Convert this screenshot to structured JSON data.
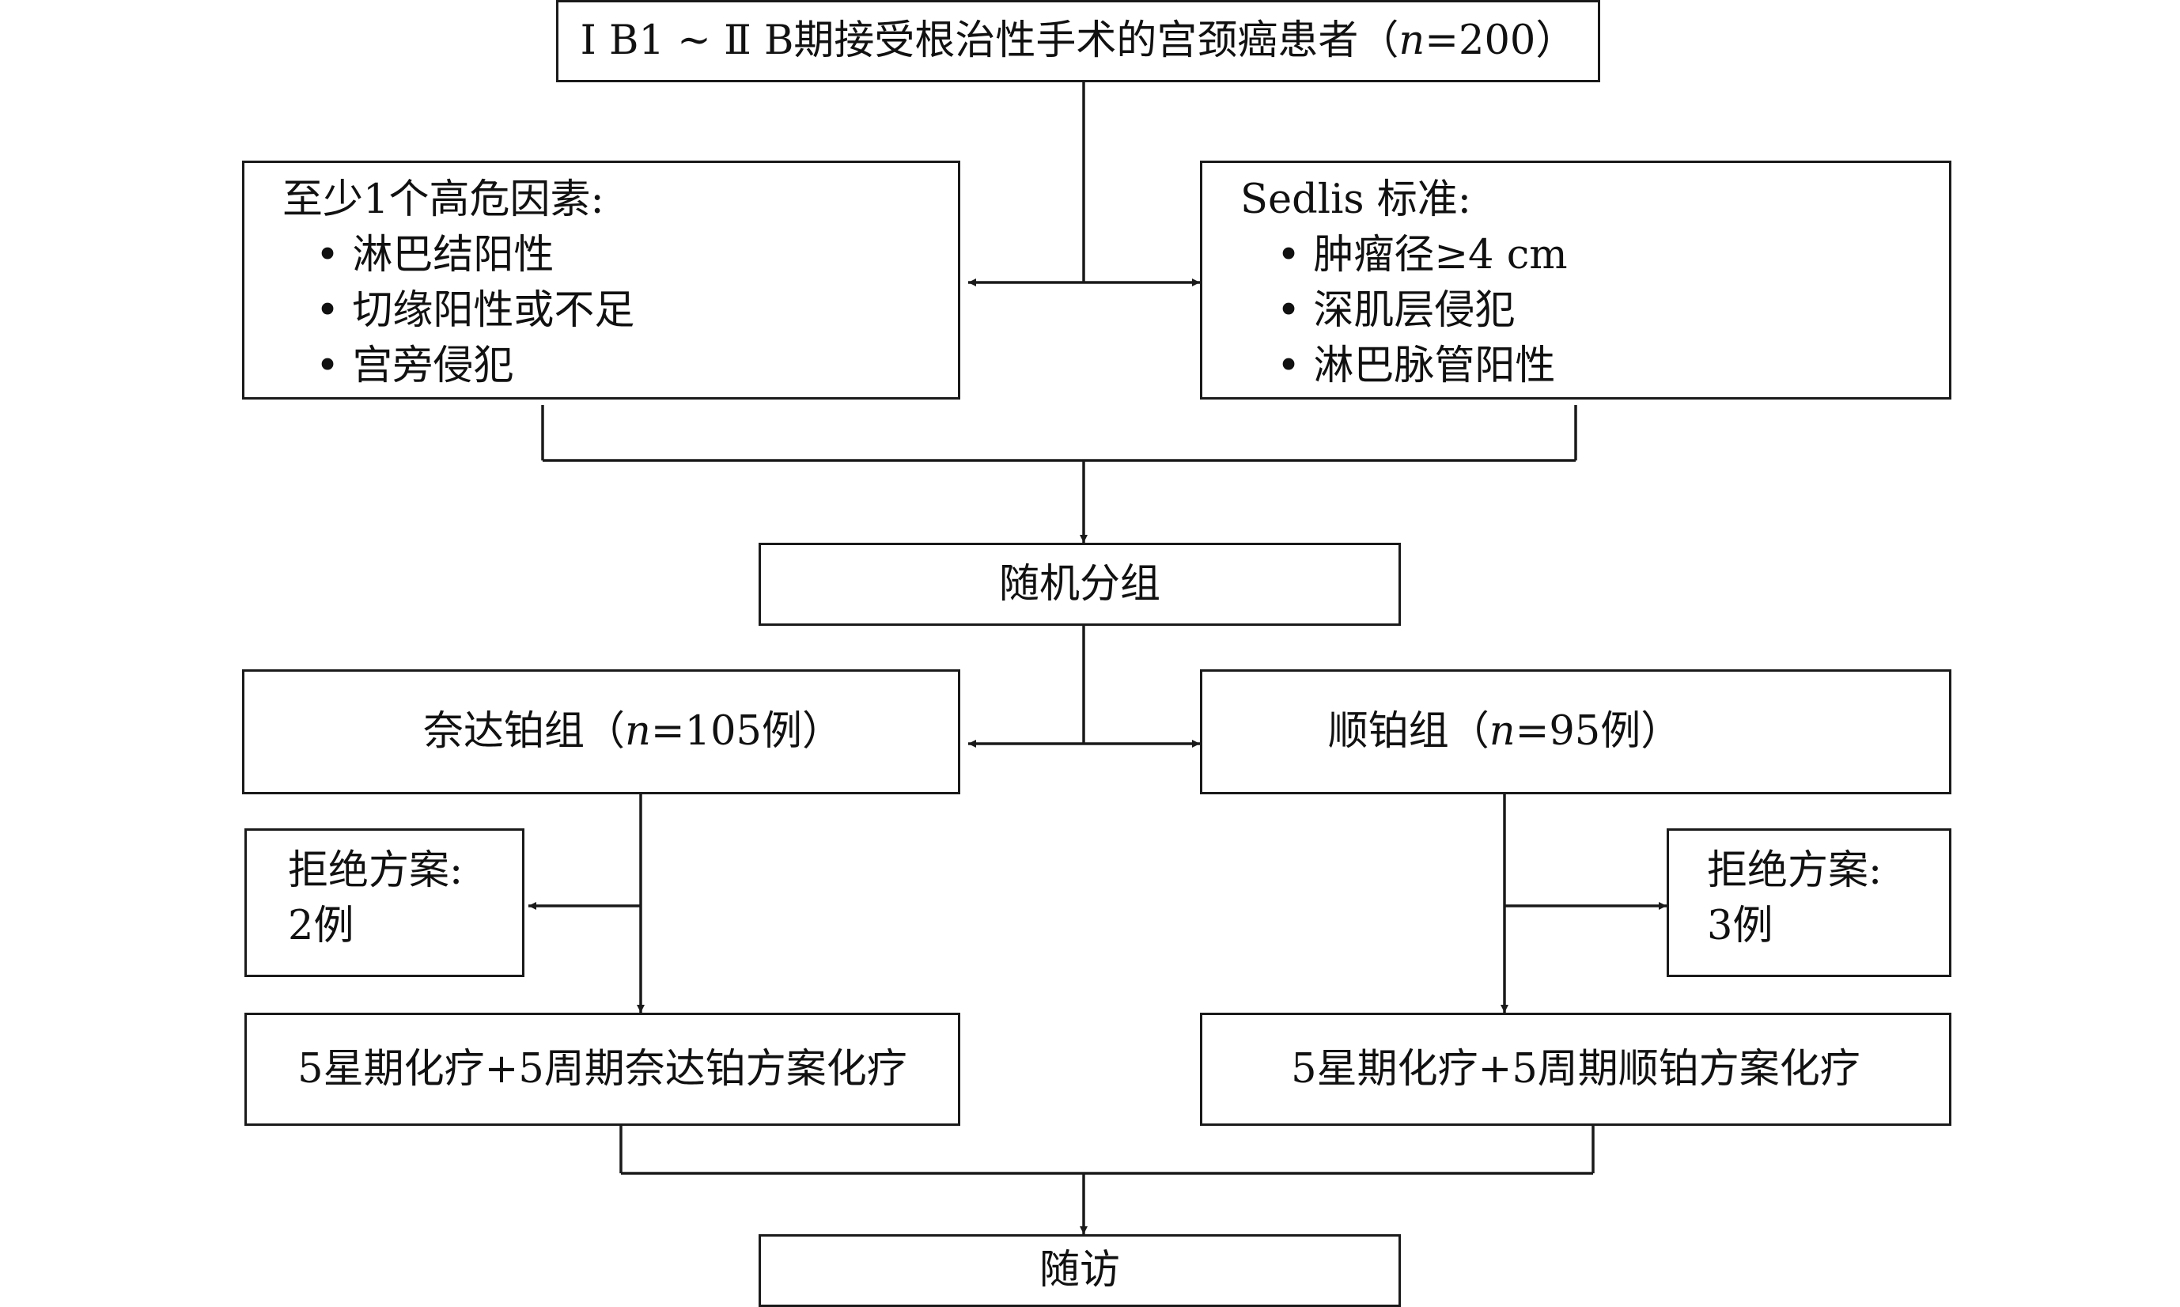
{
  "title_box": {
    "prefix": "Ⅰ B1 ~ Ⅱ B期接受根治性手术的宫颈癌患者（",
    "n_label": "n",
    "suffix": "=200）"
  },
  "high_risk_box": {
    "heading": "至少1个高危因素:",
    "bullets": [
      "淋巴结阳性",
      "切缘阳性或不足",
      "宫旁侵犯"
    ]
  },
  "sedlis_box": {
    "heading": "Sedlis 标准:",
    "bullets": [
      "肿瘤径≥4 cm",
      "深肌层侵犯",
      "淋巴脉管阳性"
    ]
  },
  "random_box": {
    "label": "随机分组"
  },
  "ned_group_box": {
    "prefix": "奈达铂组（",
    "n_label": "n",
    "suffix": "=105例）"
  },
  "cis_group_box": {
    "prefix": "顺铂组（",
    "n_label": "n",
    "suffix": "=95例）"
  },
  "ned_reject_box": {
    "line1": "拒绝方案:",
    "line2": "2例"
  },
  "cis_reject_box": {
    "line1": "拒绝方案:",
    "line2": "3例"
  },
  "ned_treat_box": {
    "label": "5星期化疗+5周期奈达铂方案化疗"
  },
  "cis_treat_box": {
    "label": "5星期化疗+5周期顺铂方案化疗"
  },
  "followup_box": {
    "label": "随访"
  },
  "bullet_glyph": "•"
}
